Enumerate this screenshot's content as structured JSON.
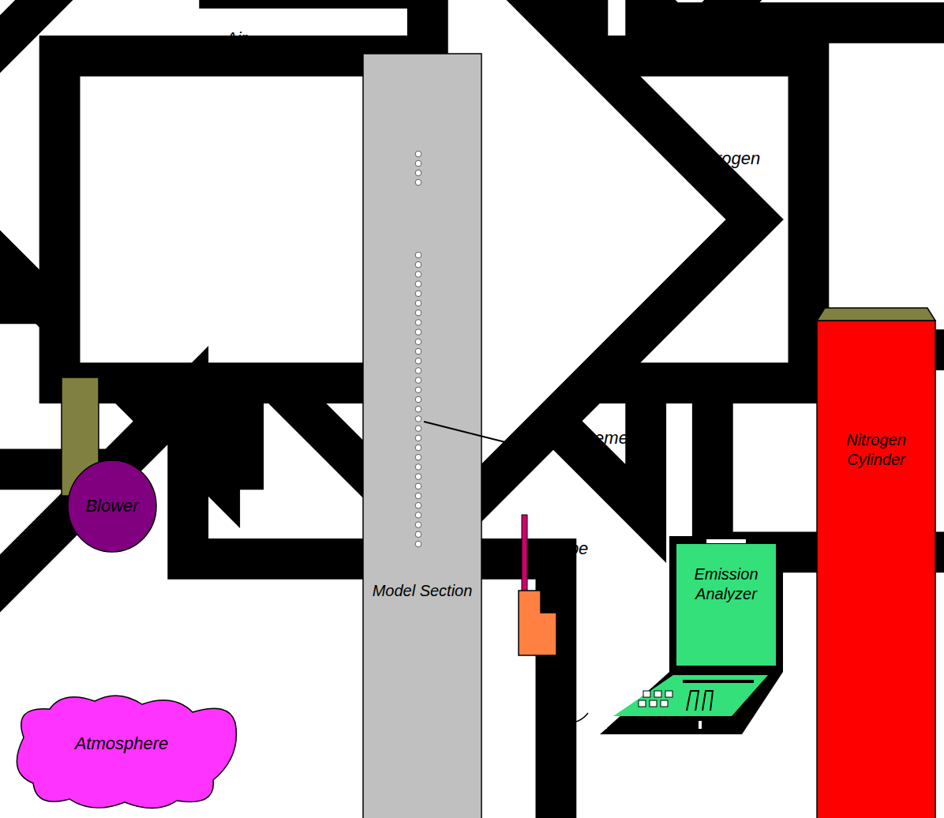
{
  "diagram": {
    "nodes": [
      {
        "text": [
          "Blower"
        ]
      },
      {
        "text": [
          "Model Section"
        ]
      },
      {
        "text": [
          "Nitrogen Cylinder"
        ]
      },
      {
        "text": [
          "Probe"
        ]
      },
      {
        "text": [
          "Emission Analyzer"
        ]
      },
      {
        "text": [
          "Atmosphere"
        ]
      }
    ],
    "edges": [
      {
        "from": 0,
        "to": 1,
        "label": "Air",
        "arrow": "to"
      },
      {
        "from": 2,
        "to": 1,
        "label": "Nitrogen",
        "arrow": "to"
      },
      {
        "from": 1,
        "to": 5,
        "arrow": "to"
      },
      {
        "from": 3,
        "to": 4,
        "arrow": "none"
      }
    ],
    "labels": [
      "Measurement Port"
    ]
  }
}
